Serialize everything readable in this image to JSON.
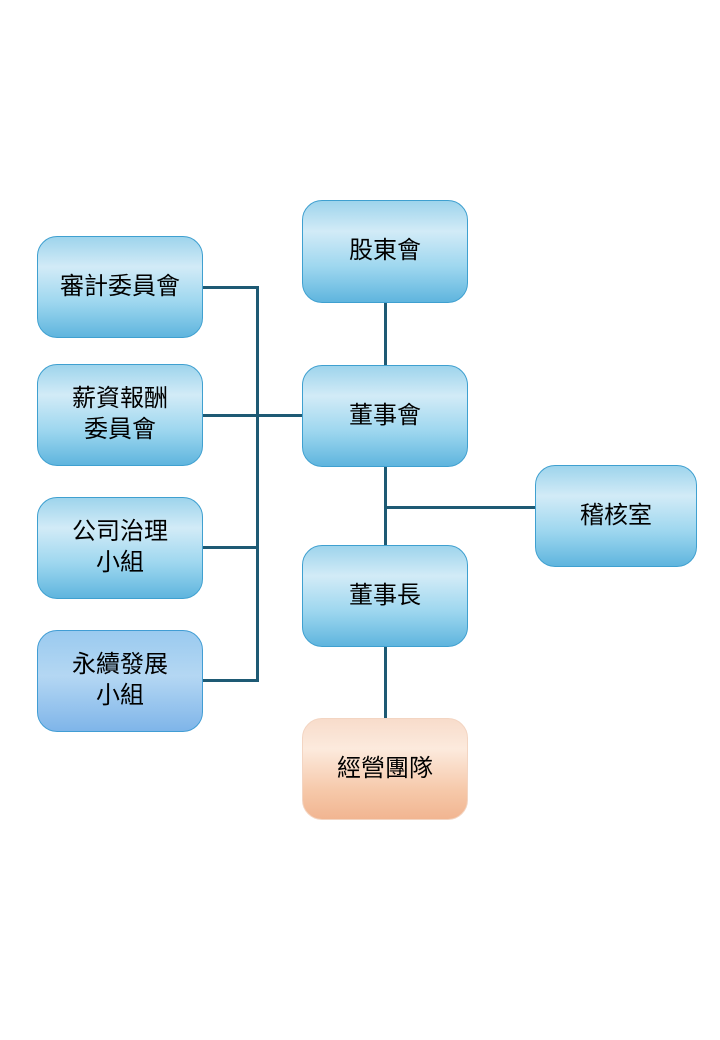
{
  "diagram": {
    "type": "org-chart",
    "nodes": [
      {
        "id": "shareholders-meeting",
        "label": "股東會",
        "style": "blue"
      },
      {
        "id": "audit-committee",
        "label": "審計委員會",
        "style": "blue"
      },
      {
        "id": "compensation-committee",
        "label": "薪資報酬\n委員會",
        "style": "blue"
      },
      {
        "id": "board-of-directors",
        "label": "董事會",
        "style": "blue"
      },
      {
        "id": "corporate-governance-team",
        "label": "公司治理\n小組",
        "style": "blue"
      },
      {
        "id": "internal-audit-office",
        "label": "稽核室",
        "style": "blue"
      },
      {
        "id": "chairman",
        "label": "董事長",
        "style": "blue"
      },
      {
        "id": "sustainability-team",
        "label": "永續發展\n小組",
        "style": "blue-deep"
      },
      {
        "id": "management-team",
        "label": "經營團隊",
        "style": "orange"
      }
    ],
    "edges": [
      {
        "from": "shareholders-meeting",
        "to": "board-of-directors"
      },
      {
        "from": "board-of-directors",
        "to": "chairman"
      },
      {
        "from": "board-of-directors",
        "to": "internal-audit-office"
      },
      {
        "from": "board-of-directors",
        "to": "audit-committee"
      },
      {
        "from": "board-of-directors",
        "to": "compensation-committee"
      },
      {
        "from": "board-of-directors",
        "to": "corporate-governance-team"
      },
      {
        "from": "board-of-directors",
        "to": "sustainability-team"
      },
      {
        "from": "chairman",
        "to": "management-team"
      }
    ],
    "colors": {
      "node_fill_top": "#9ed4ec",
      "node_fill_bottom": "#5fb5de",
      "node_border": "#3fa0d0",
      "sustainability_fill_top": "#9acaef",
      "sustainability_fill_bottom": "#7fb5e9",
      "management_fill_top": "#f8dccb",
      "management_fill_bottom": "#f1b591",
      "connector": "#1e5a74",
      "text": "#000000",
      "background": "#ffffff"
    }
  }
}
